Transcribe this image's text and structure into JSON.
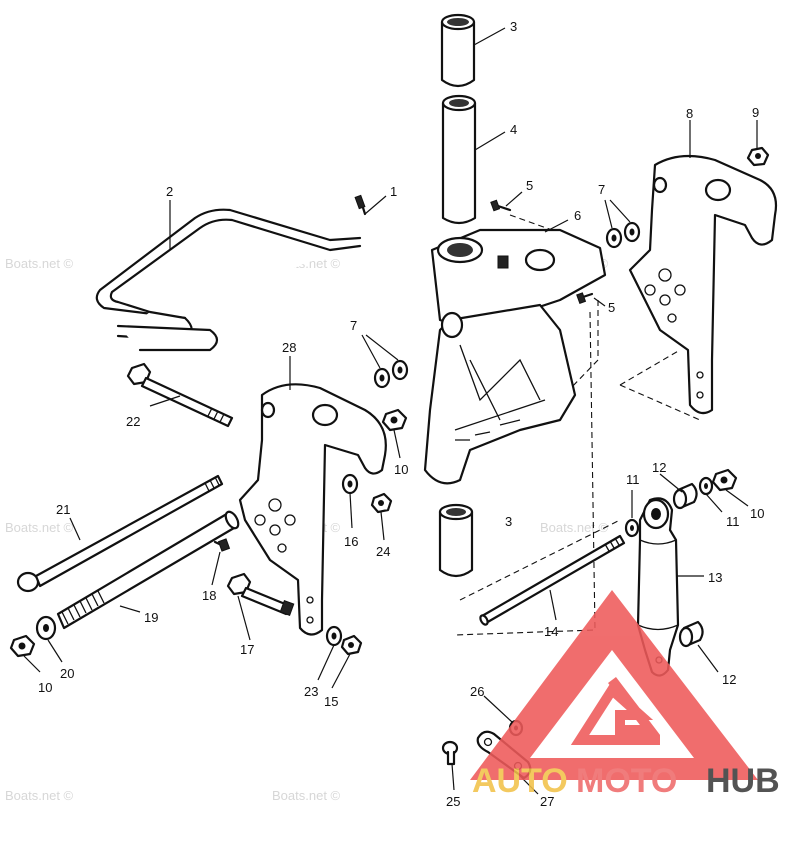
{
  "diagram": {
    "callouts": [
      {
        "id": "c1",
        "text": "1"
      },
      {
        "id": "c2",
        "text": "2"
      },
      {
        "id": "c3a",
        "text": "3"
      },
      {
        "id": "c3b",
        "text": "3"
      },
      {
        "id": "c4",
        "text": "4"
      },
      {
        "id": "c5a",
        "text": "5"
      },
      {
        "id": "c5b",
        "text": "5"
      },
      {
        "id": "c6",
        "text": "6"
      },
      {
        "id": "c7a",
        "text": "7"
      },
      {
        "id": "c7b",
        "text": "7"
      },
      {
        "id": "c8",
        "text": "8"
      },
      {
        "id": "c9",
        "text": "9"
      },
      {
        "id": "c10a",
        "text": "10"
      },
      {
        "id": "c10b",
        "text": "10"
      },
      {
        "id": "c10c",
        "text": "10"
      },
      {
        "id": "c11a",
        "text": "11"
      },
      {
        "id": "c11b",
        "text": "11"
      },
      {
        "id": "c12a",
        "text": "12"
      },
      {
        "id": "c12b",
        "text": "12"
      },
      {
        "id": "c13",
        "text": "13"
      },
      {
        "id": "c14",
        "text": "14"
      },
      {
        "id": "c15",
        "text": "15"
      },
      {
        "id": "c16",
        "text": "16"
      },
      {
        "id": "c17",
        "text": "17"
      },
      {
        "id": "c18",
        "text": "18"
      },
      {
        "id": "c19",
        "text": "19"
      },
      {
        "id": "c20",
        "text": "20"
      },
      {
        "id": "c21",
        "text": "21"
      },
      {
        "id": "c22",
        "text": "22"
      },
      {
        "id": "c23",
        "text": "23"
      },
      {
        "id": "c24",
        "text": "24"
      },
      {
        "id": "c25",
        "text": "25"
      },
      {
        "id": "c26",
        "text": "26"
      },
      {
        "id": "c27",
        "text": "27"
      },
      {
        "id": "c28",
        "text": "28"
      }
    ]
  },
  "watermarks": {
    "site": "Boats.net ©"
  },
  "logo": {
    "part1": "AUTO",
    "part2": "MOTO",
    "part3": "HUB",
    "color_auto": "#f2c24a",
    "color_moto": "#ef6a6a",
    "color_hub": "#3c3c3c"
  }
}
